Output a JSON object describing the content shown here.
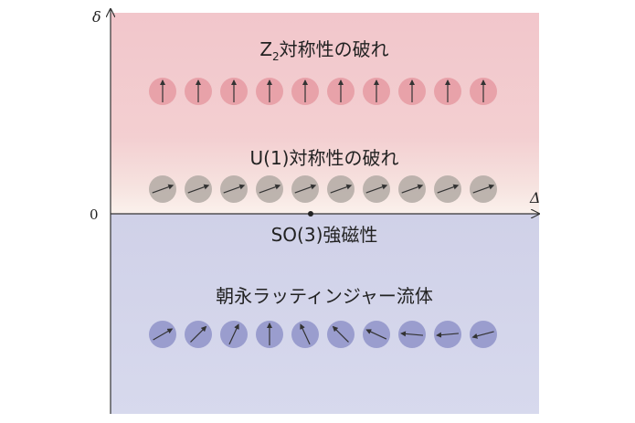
{
  "axes": {
    "y_label": "δ",
    "x_label": "Δ",
    "origin_label": "0"
  },
  "regions": {
    "z2": {
      "label_main": "Z",
      "label_sub": "2",
      "label_rest": "対称性の破れ",
      "color": "#f2c8cc"
    },
    "u1": {
      "label": "U(1)対称性の破れ",
      "color": "#f6e4e2"
    },
    "so3": {
      "label": "SO(3)強磁性",
      "color": "#d4d5ea"
    },
    "tl": {
      "label": "朝永ラッティンジャー流体",
      "color": "#d6d8ec"
    }
  },
  "spin_rows": {
    "z2_angles": [
      0,
      0,
      0,
      0,
      0,
      0,
      0,
      0,
      0,
      0
    ],
    "u1_angles": [
      70,
      70,
      70,
      70,
      70,
      70,
      70,
      70,
      70,
      70
    ],
    "tl_angles": [
      60,
      45,
      25,
      0,
      -25,
      -45,
      -65,
      -85,
      -95,
      -105
    ],
    "z2_ball_color": "#e59aa2",
    "u1_ball_color": "#b3aaa4",
    "tl_ball_color": "#8f93c9",
    "arrow_color": "#333333"
  }
}
